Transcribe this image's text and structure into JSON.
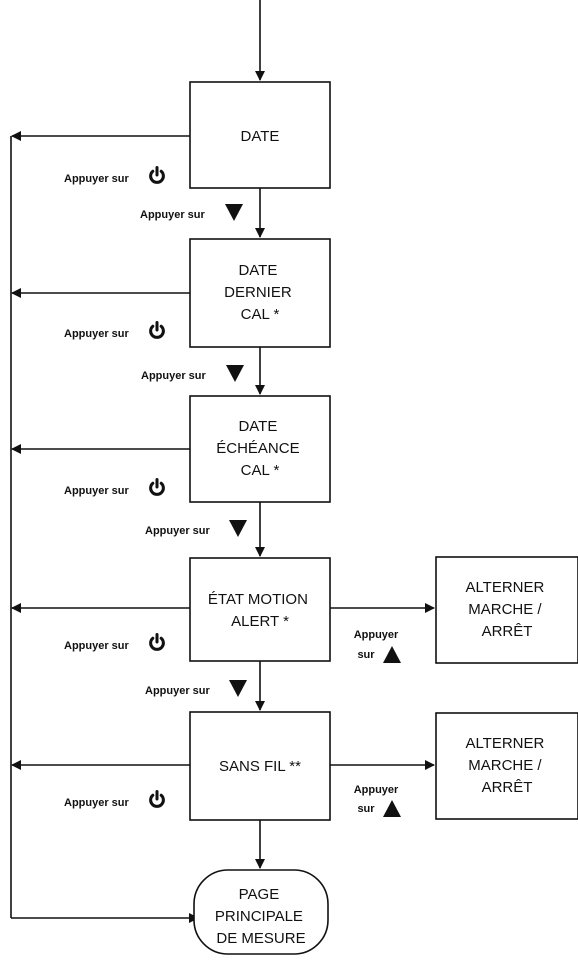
{
  "colors": {
    "line": "#111111",
    "box_fill": "#ffffff",
    "background": "#ffffff"
  },
  "nodes": {
    "date": {
      "lines": [
        "DATE"
      ]
    },
    "date_dernier_cal": {
      "lines": [
        "DATE",
        "DERNIER",
        "CAL *"
      ]
    },
    "date_echeance_cal": {
      "lines": [
        "DATE",
        "ÉCHÉANCE",
        "CAL *"
      ]
    },
    "etat_motion_alert": {
      "lines": [
        "ÉTAT MOTION",
        "ALERT *"
      ]
    },
    "sans_fil": {
      "lines": [
        "SANS FIL **"
      ]
    },
    "toggle_motion": {
      "lines": [
        "ALTERNER",
        "MARCHE /",
        "ARRÊT"
      ]
    },
    "toggle_sans_fil": {
      "lines": [
        "ALTERNER",
        "MARCHE /",
        "ARRÊT"
      ]
    },
    "page_principale": {
      "lines": [
        "PAGE",
        "PRINCIPALE",
        "DE MESURE"
      ]
    }
  },
  "hints": {
    "press_label": "Appuyer sur",
    "press_split": [
      "Appuyer",
      "sur"
    ],
    "power_icon": "power-icon",
    "down_icon": "down-triangle-icon",
    "up_icon": "up-triangle-icon"
  }
}
